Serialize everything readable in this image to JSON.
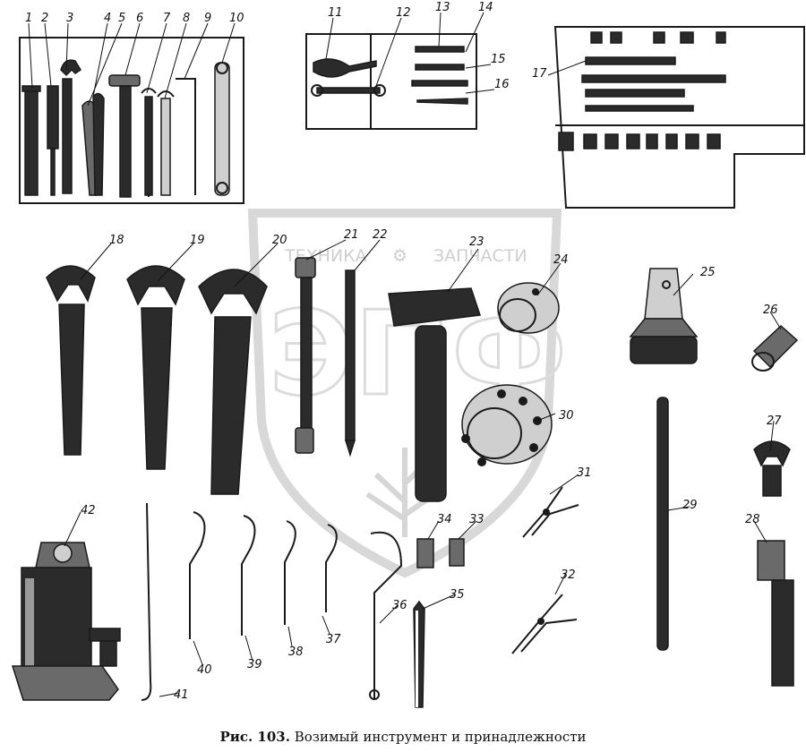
{
  "watermark": {
    "top_text": "ТЕХНИКА",
    "gear_glyph": "⚙",
    "right_text": "ЗАПЧАСТИ",
    "big_letters": "ЭПФ"
  },
  "caption": {
    "label": "Рис. 103.",
    "text": "Возимый инструмент и принадлежности"
  },
  "callouts": [
    "1",
    "2",
    "3",
    "4",
    "5",
    "6",
    "7",
    "8",
    "9",
    "10",
    "11",
    "12",
    "13",
    "14",
    "15",
    "16",
    "17",
    "18",
    "19",
    "20",
    "21",
    "22",
    "23",
    "24",
    "25",
    "26",
    "27",
    "28",
    "29",
    "30",
    "31",
    "32",
    "33",
    "34",
    "35",
    "36",
    "37",
    "38",
    "39",
    "40",
    "41",
    "42"
  ],
  "colors": {
    "ink": "#1a1a1a",
    "watermark": "#d8d8d8",
    "paper": "#ffffff"
  }
}
